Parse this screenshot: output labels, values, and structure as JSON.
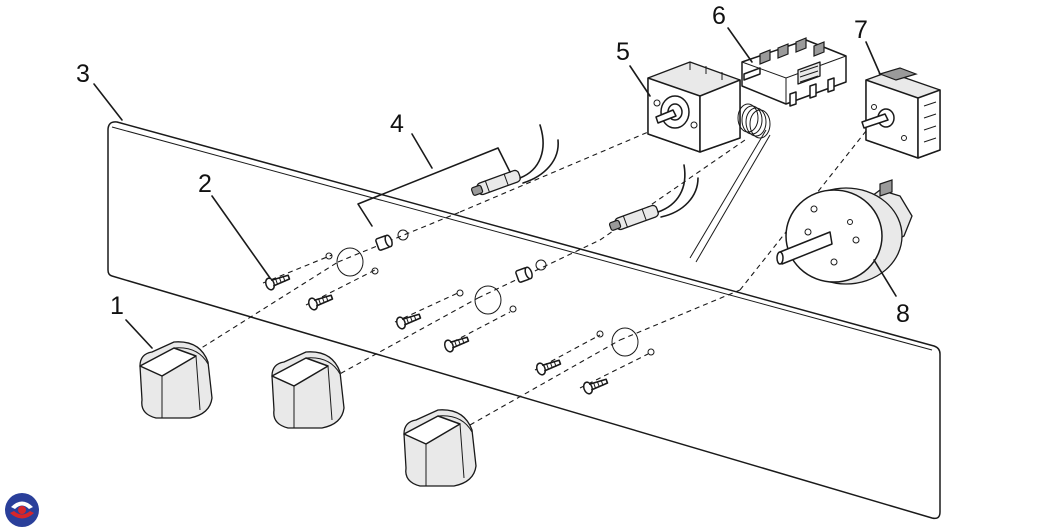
{
  "diagram": {
    "callouts": [
      {
        "id": "1",
        "text": "1"
      },
      {
        "id": "2",
        "text": "2"
      },
      {
        "id": "3",
        "text": "3"
      },
      {
        "id": "4",
        "text": "4"
      },
      {
        "id": "5",
        "text": "5"
      },
      {
        "id": "6",
        "text": "6"
      },
      {
        "id": "7",
        "text": "7"
      },
      {
        "id": "8",
        "text": "8"
      }
    ],
    "parts": [
      {
        "callout": "1",
        "icon": "control-knob-icon",
        "count": 3
      },
      {
        "callout": "2",
        "icon": "screw-icon"
      },
      {
        "callout": "3",
        "icon": "control-panel-icon"
      },
      {
        "callout": "4",
        "icon": "neon-indicator-lamp-icon"
      },
      {
        "callout": "5",
        "icon": "thermostat-icon"
      },
      {
        "callout": "6",
        "icon": "selector-switch-icon"
      },
      {
        "callout": "7",
        "icon": "energy-regulator-icon"
      },
      {
        "callout": "8",
        "icon": "timer-icon"
      }
    ],
    "logo": {
      "icon": "brand-logo-icon",
      "colors": [
        "#2a3f9a",
        "#d6262b"
      ]
    }
  }
}
